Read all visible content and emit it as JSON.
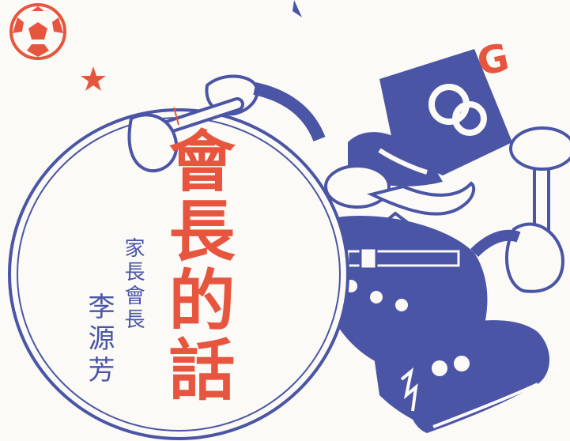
{
  "title": "會長的話",
  "role": "家長會長",
  "name": "李源芳",
  "letter": "G",
  "colors": {
    "red": "#e8553e",
    "blue": "#4a55a6",
    "paper": "#fbfaf6"
  },
  "icons": [
    "soccer-ball-icon",
    "star-icon",
    "drummer-illustration",
    "drum-icon",
    "drumstick-icon"
  ]
}
